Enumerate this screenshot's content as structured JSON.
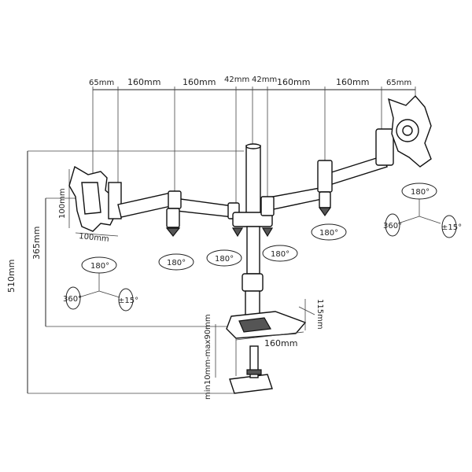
{
  "top_dims": {
    "d1": "65mm",
    "d2": "160mm",
    "d3": "160mm",
    "d4": "42mm",
    "d5": "42mm",
    "d6": "160mm",
    "d7": "160mm",
    "d8": "65mm"
  },
  "side_dims": {
    "total_height": "510mm",
    "arm_height": "365mm",
    "vesa_height": "100mm",
    "vesa_width": "100mm",
    "clamp_range": "min10mm-max90mm",
    "clamp_depth": "115mm",
    "clamp_width": "160mm"
  },
  "rotation": {
    "left_swivel": "180°",
    "left_rotate": "360°",
    "left_tilt": "±15°",
    "right_swivel": "180°",
    "right_rotate": "360°",
    "right_tilt": "±15°",
    "joint_a": "180°",
    "joint_b": "180°",
    "joint_c": "180°",
    "joint_d": "180°"
  }
}
